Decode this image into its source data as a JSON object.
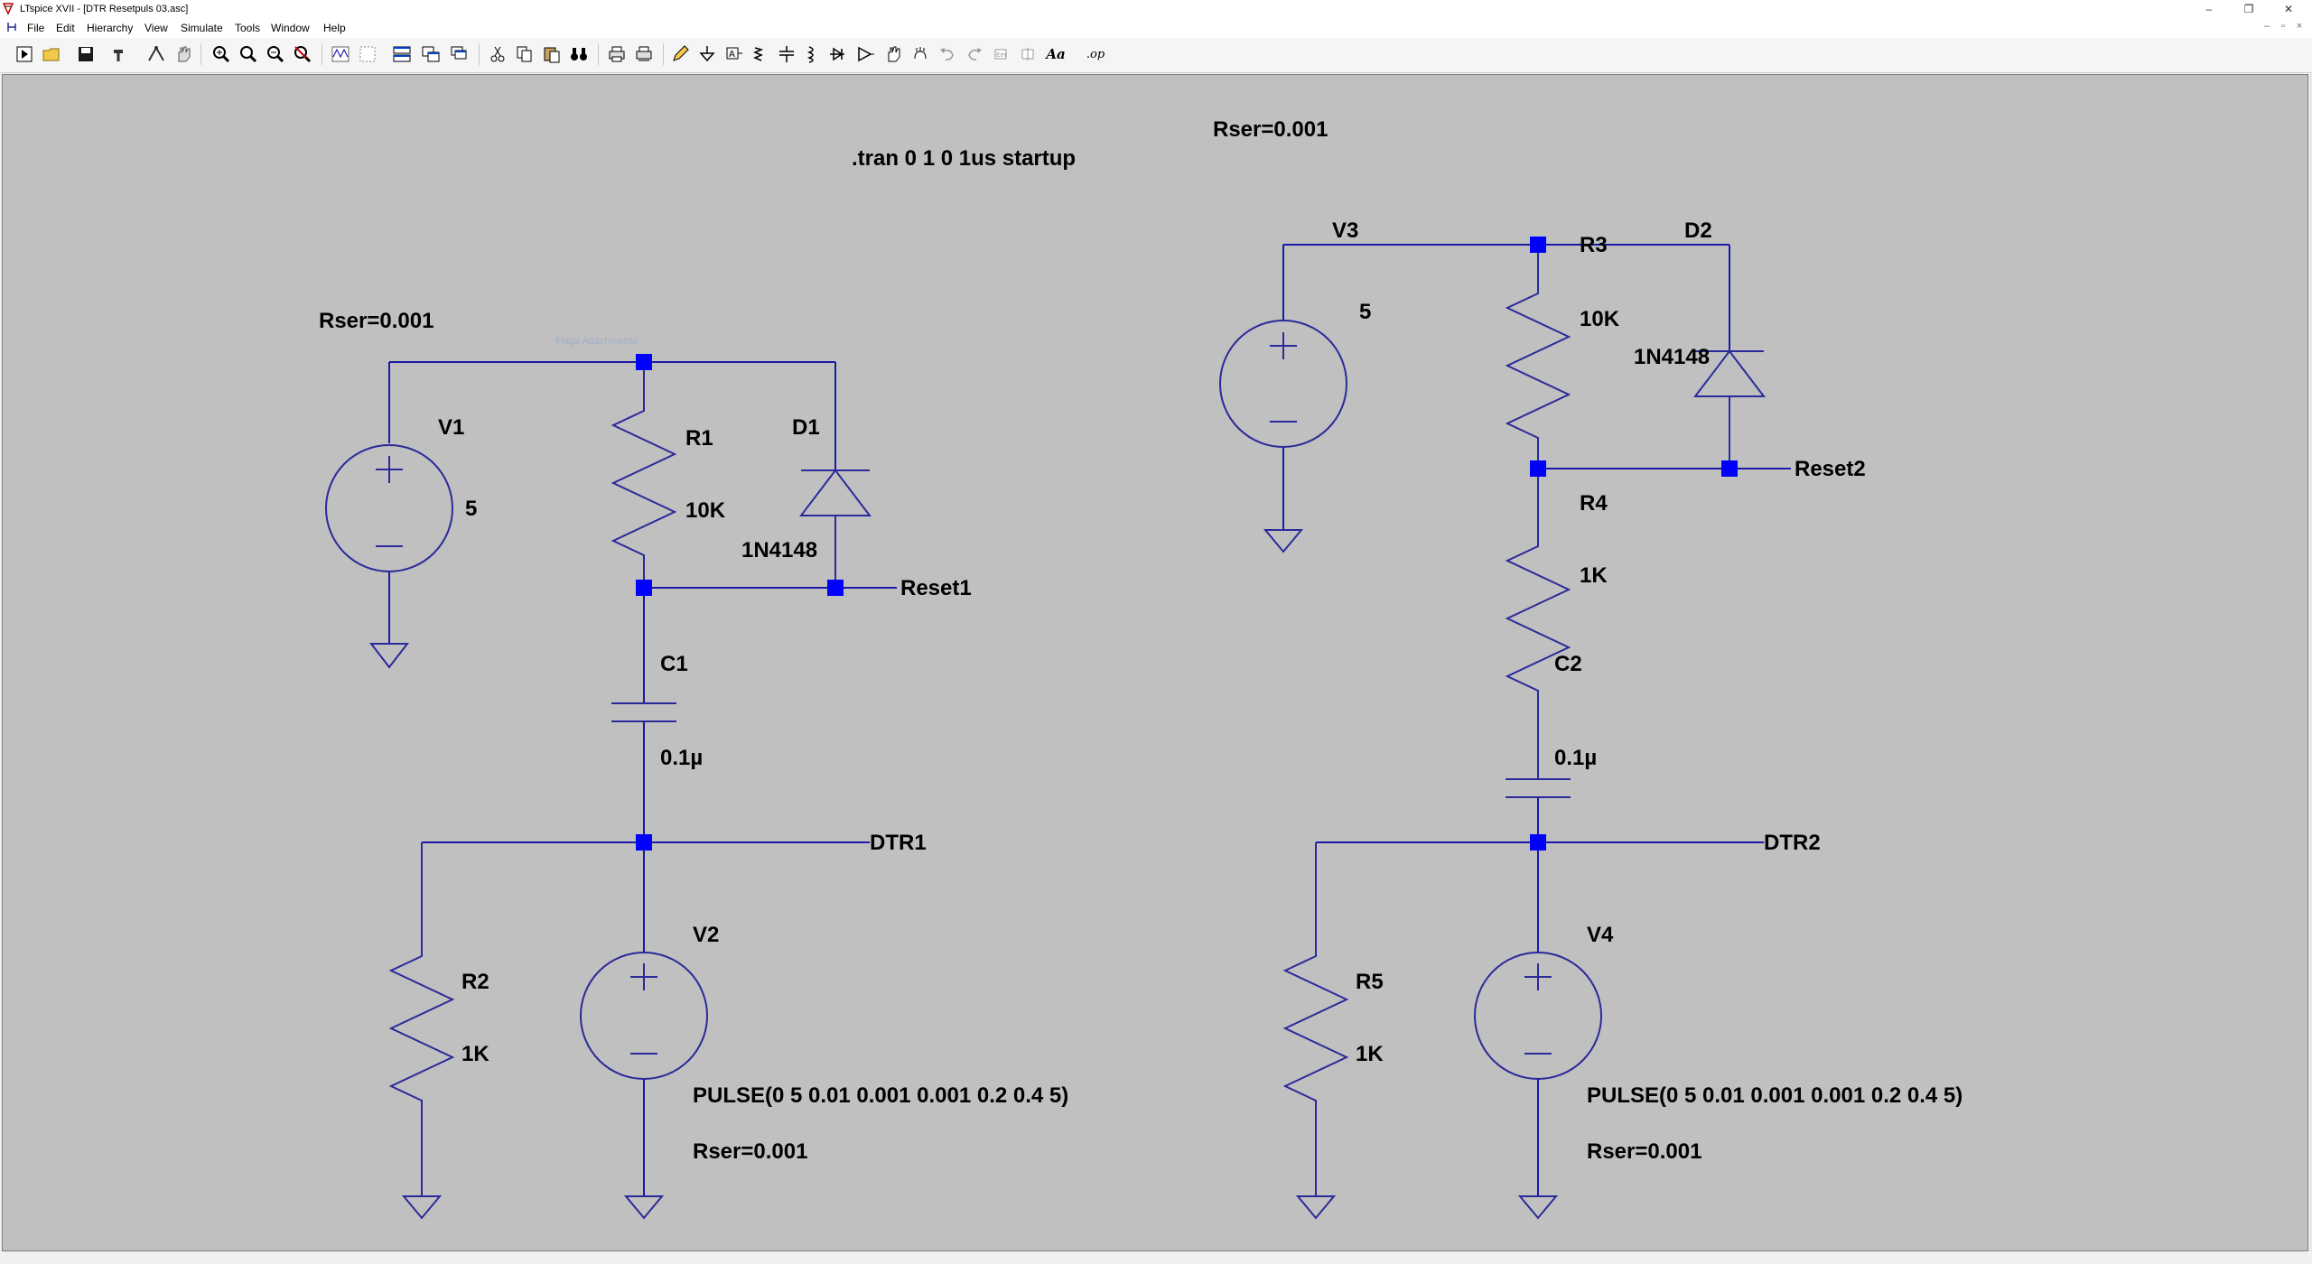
{
  "window": {
    "title": "LTspice XVII - [DTR Resetpuls 03.asc]",
    "minimize": "–",
    "restore": "❐",
    "close": "✕"
  },
  "menu": {
    "items": [
      "File",
      "Edit",
      "Hierarchy",
      "View",
      "Simulate",
      "Tools",
      "Window",
      "Help"
    ],
    "mdi_min": "–",
    "mdi_restore": "▫",
    "mdi_close": "×"
  },
  "toolbar": {
    "buttons": [
      "new",
      "open",
      "save",
      "control-panel",
      "run",
      "halt",
      "zoom-in",
      "pan",
      "zoom-out",
      "zoom-fit",
      "zoom-cancel",
      "autorange",
      "tile-horizontal",
      "tile-vertical",
      "cascade",
      "cut",
      "copy",
      "paste",
      "find",
      "print",
      "print-preview",
      "draw-wire",
      "ground",
      "label-net",
      "resistor",
      "capacitor",
      "inductor",
      "diode",
      "component",
      "move",
      "drag",
      "undo",
      "redo",
      "rotate",
      "mirror",
      "text",
      "spice-directive"
    ],
    "text_label": "Aa",
    "op_label": ".op"
  },
  "schematic": {
    "directive": ".tran 0 1 0 1us startup",
    "ghost_tooltip": "Flags Attachments",
    "left": {
      "rser_top": "Rser=0.001",
      "v1_name": "V1",
      "v1_value": "5",
      "r1_name": "R1",
      "r1_value": "10K",
      "d1_name": "D1",
      "d1_value": "1N4148",
      "net_reset": "Reset1",
      "c1_name": "C1",
      "c1_value": "0.1µ",
      "net_dtr": "DTR1",
      "r2_name": "R2",
      "r2_value": "1K",
      "v2_name": "V2",
      "v2_value": "PULSE(0 5 0.01 0.001 0.001 0.2 0.4 5)",
      "v2_rser": "Rser=0.001"
    },
    "right": {
      "rser_top": "Rser=0.001",
      "v3_name": "V3",
      "v3_value": "5",
      "r3_name": "R3",
      "r3_value": "10K",
      "d2_name": "D2",
      "d2_value": "1N4148",
      "net_reset": "Reset2",
      "r4_name": "R4",
      "r4_value": "1K",
      "c2_name": "C2",
      "c2_value": "0.1µ",
      "net_dtr": "DTR2",
      "r5_name": "R5",
      "r5_value": "1K",
      "v4_name": "V4",
      "v4_value": "PULSE(0 5 0.01 0.001 0.001 0.2 0.4 5)",
      "v4_rser": "Rser=0.001"
    }
  },
  "colors": {
    "canvas": "#c0c0c0",
    "wire": "#1a1aa8",
    "junction": "#0000ff",
    "text": "#000000"
  }
}
